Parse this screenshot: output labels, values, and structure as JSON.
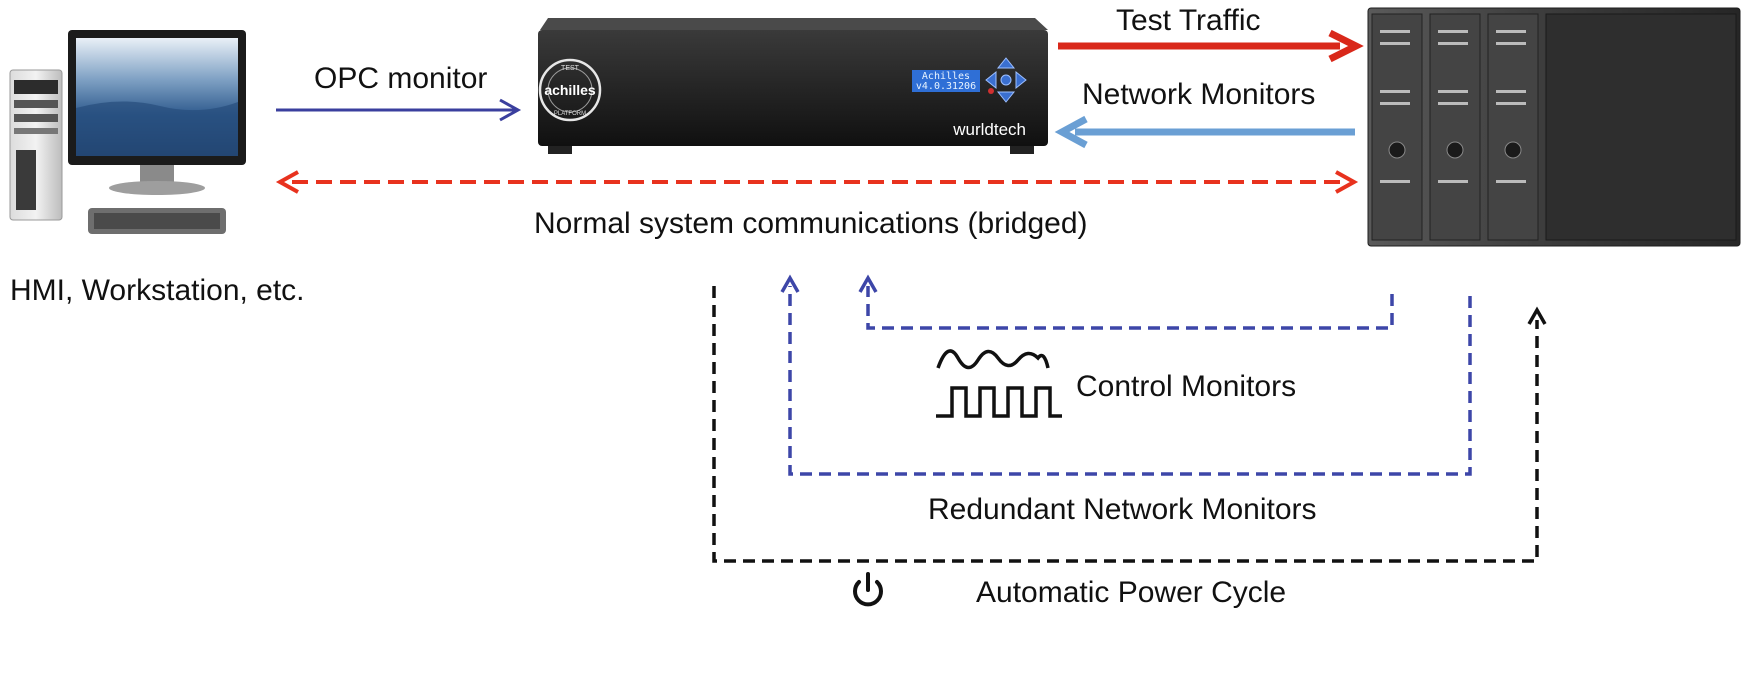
{
  "labels": {
    "opc_monitor": "OPC monitor",
    "test_traffic": "Test Traffic",
    "network_monitors": "Network Monitors",
    "normal_comms": "Normal system communications (bridged)",
    "hmi": "HMI, Workstation, etc.",
    "control_monitors": "Control Monitors",
    "redundant_monitors": "Redundant Network Monitors",
    "power_cycle": "Automatic Power Cycle"
  },
  "device": {
    "badge_top": "TEST",
    "badge_name": "achilles",
    "badge_bottom": "PLATFORM",
    "lcd_line1": "Achilles",
    "lcd_line2": "v4.0.31206",
    "brand": "wurldtech"
  },
  "colors": {
    "test_traffic": "#d9281a",
    "network_monitors": "#6a9fd4",
    "opc_monitor": "#3a3f9e",
    "normal_comms": "#e8321e",
    "control_monitors": "#3d46a8",
    "power_cycle": "#111111"
  },
  "icons": [
    "desktop-computer-icon",
    "achilles-appliance-icon",
    "plc-rack-icon",
    "waveform-icon",
    "power-icon"
  ]
}
